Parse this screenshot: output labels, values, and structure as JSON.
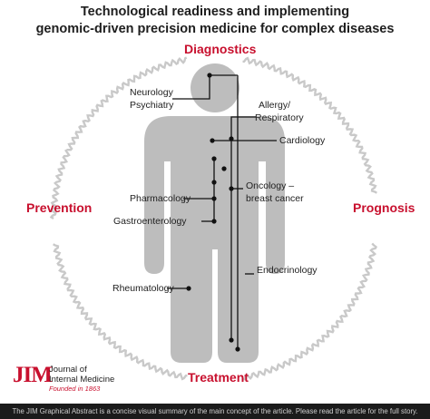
{
  "title": {
    "line1": "Technological readiness and implementing",
    "line2": "genomic-driven precision medicine for complex diseases"
  },
  "cycle": {
    "top": "Diagnostics",
    "right": "Prognosis",
    "bottom": "Treatment",
    "left": "Prevention"
  },
  "organs": {
    "neurology": "Neurology",
    "psychiatry": "Psychiatry",
    "allergy": "Allergy/",
    "respiratory": "Respiratory",
    "cardiology": "Cardiology",
    "oncology": "Oncology –",
    "breast_cancer": "breast cancer",
    "pharmacology": "Pharmacology",
    "gastroenterology": "Gastroenterology",
    "endocrinology": "Endocrinology",
    "rheumatology": "Rheumatology"
  },
  "logo": {
    "mark": "JIM",
    "line1": "Journal of",
    "line2": "Internal Medicine",
    "founded": "Founded in 1863"
  },
  "footer": "The JIM Graphical Abstract is a concise visual summary of the main concept of the article. Please read the article for the full story.",
  "colors": {
    "accent": "#c8102e",
    "figure": "#bdbdbd",
    "ring": "#c9c9c9"
  }
}
